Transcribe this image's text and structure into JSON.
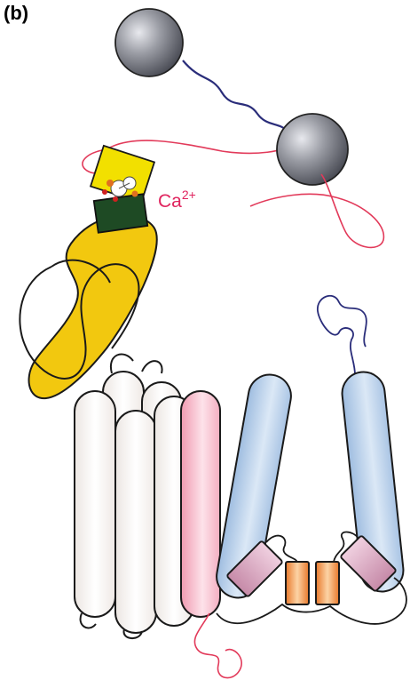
{
  "figure": {
    "panel_label": "(b)",
    "ion_label": {
      "base": "Ca",
      "superscript": "2+"
    }
  },
  "colors": {
    "sphere": "#9a9ca4",
    "yellow": "#f2c80f",
    "dark_green": "#1e4a24",
    "pink_chain": "#e23a5a",
    "navy_chain": "#2a2d7a",
    "blue_helix": "#c4d8ef",
    "pink_helix": "#f7c8d4",
    "white_helix": "#fdfbfa",
    "mauve_helix": "#d9a7c0",
    "orange_helix": "#f4a050"
  }
}
